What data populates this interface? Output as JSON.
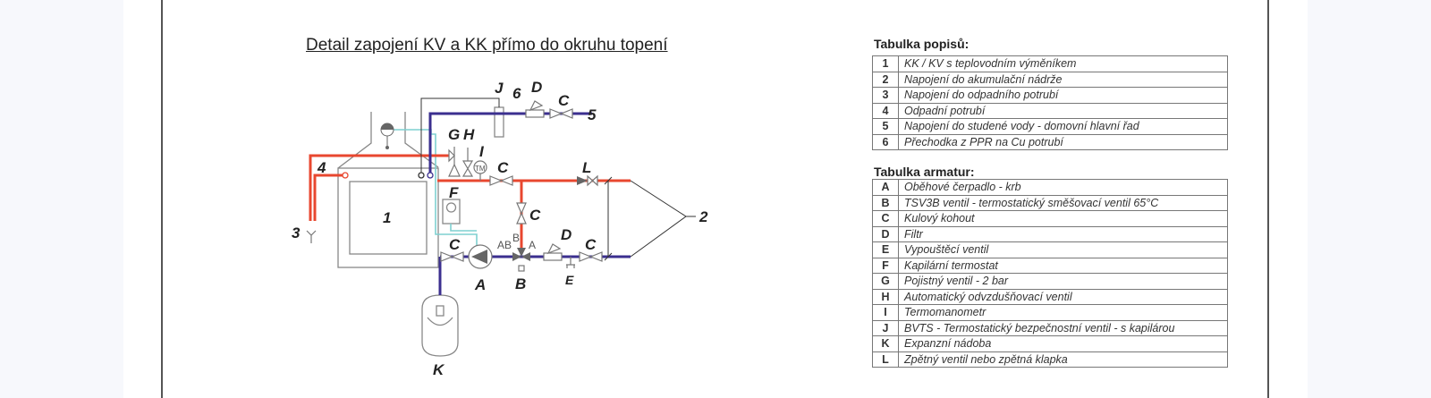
{
  "title": "Detail zapojení KV a KK přímo do okruhu topení",
  "diagram_labels": {
    "n1": "1",
    "n2": "2",
    "n3": "3",
    "n4": "4",
    "n5": "5",
    "n6": "6",
    "A": "A",
    "B": "B",
    "C1": "C",
    "C2": "C",
    "C3": "C",
    "C4": "C",
    "C5": "C",
    "D1": "D",
    "D2": "D",
    "E": "E",
    "F": "F",
    "G": "G",
    "H": "H",
    "I": "I",
    "J": "J",
    "K": "K",
    "L": "L",
    "TM": "TM",
    "port_AB": "AB",
    "port_B": "B",
    "port_A": "A"
  },
  "colors": {
    "hot": "#e8472f",
    "cold": "#3b2f8f",
    "capillary": "#7fd0d0",
    "line": "#888888"
  },
  "table_descriptions": {
    "heading": "Tabulka popisů:",
    "rows": [
      {
        "key": "1",
        "value": "KK / KV s teplovodním výměníkem"
      },
      {
        "key": "2",
        "value": "Napojení do akumulační nádrže"
      },
      {
        "key": "3",
        "value": "Napojení do odpadního potrubí"
      },
      {
        "key": "4",
        "value": "Odpadní potrubí"
      },
      {
        "key": "5",
        "value": "Napojení do studené vody - domovní hlavní řad"
      },
      {
        "key": "6",
        "value": "Přechodka z PPR na Cu potrubí"
      }
    ]
  },
  "table_fittings": {
    "heading": "Tabulka armatur:",
    "rows": [
      {
        "key": "A",
        "value": "Oběhové čerpadlo - krb"
      },
      {
        "key": "B",
        "value": "TSV3B ventil - termostatický směšovací ventil 65°C"
      },
      {
        "key": "C",
        "value": "Kulový kohout"
      },
      {
        "key": "D",
        "value": "Filtr"
      },
      {
        "key": "E",
        "value": "Vypouštěcí ventil"
      },
      {
        "key": "F",
        "value": "Kapilární termostat"
      },
      {
        "key": "G",
        "value": "Pojistný ventil - 2 bar"
      },
      {
        "key": "H",
        "value": "Automatický odvzdušňovací ventil"
      },
      {
        "key": "I",
        "value": "Termomanometr"
      },
      {
        "key": "J",
        "value": "BVTS - Termostatický bezpečnostní ventil - s kapilárou"
      },
      {
        "key": "K",
        "value": "Expanzní nádoba"
      },
      {
        "key": "L",
        "value": "Zpětný ventil nebo zpětná klapka"
      }
    ]
  }
}
